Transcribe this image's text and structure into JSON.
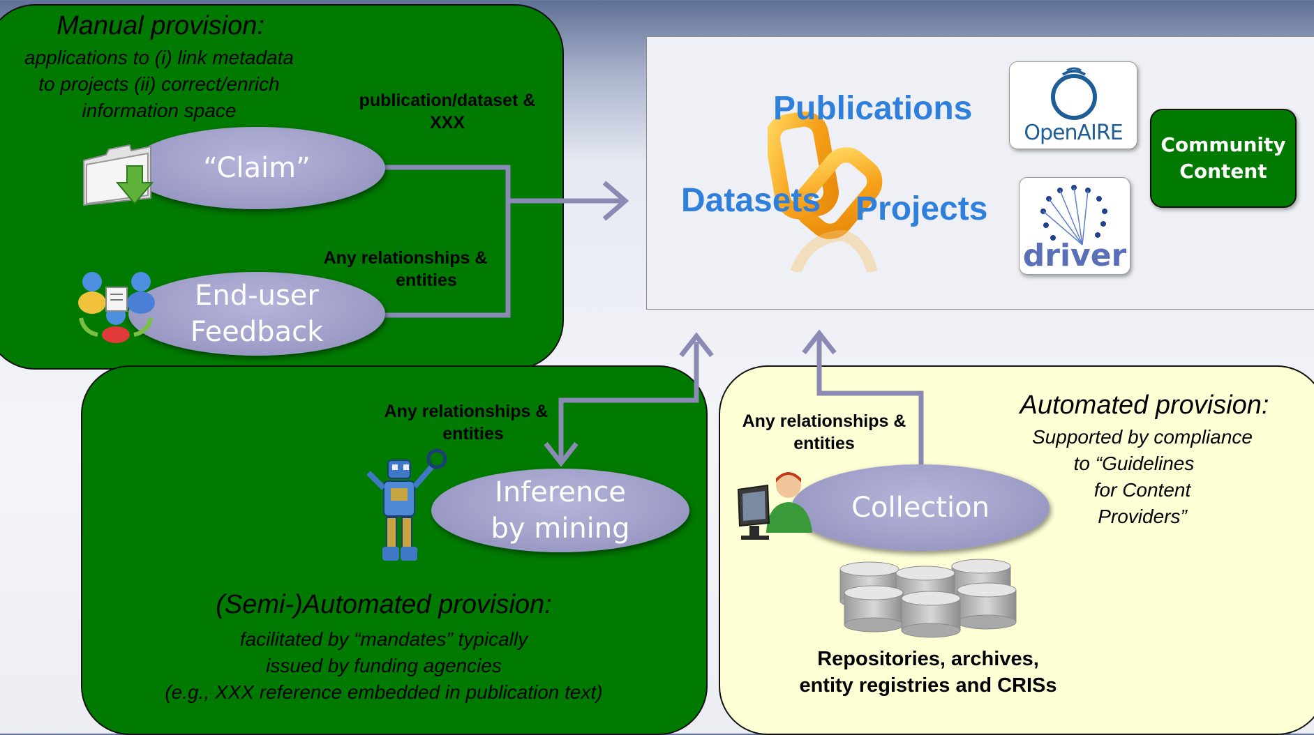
{
  "manual": {
    "title": "Manual provision:",
    "subtitle_lines": [
      "applications to (i) link metadata",
      "to projects (ii) correct/enrich",
      "information space"
    ],
    "claim_label": "“Claim”",
    "feedback_label_1": "End-user",
    "feedback_label_2": "Feedback",
    "claim_annotation_1": "publication/dataset &",
    "claim_annotation_2": "XXX",
    "feedback_annotation_1": "Any relationships &",
    "feedback_annotation_2": "entities"
  },
  "semi": {
    "title": "(Semi-)Automated provision:",
    "subtitle_lines": [
      "facilitated by “mandates” typically",
      "issued by funding agencies",
      "(e.g., XXX reference embedded in publication text)"
    ],
    "inference_label_1": "Inference",
    "inference_label_2": "by mining",
    "annotation_1": "Any relationships &",
    "annotation_2": "entities"
  },
  "automated": {
    "title": "Automated provision:",
    "subtitle_lines": [
      "Supported by compliance",
      "to “Guidelines",
      "for Content",
      "Providers”"
    ],
    "collection_label": "Collection",
    "annotation_1": "Any relationships &",
    "annotation_2": "entities",
    "repos_line_1": "Repositories, archives,",
    "repos_line_2": "entity registries and CRISs"
  },
  "info_space": {
    "publications": "Publications",
    "datasets": "Datasets",
    "projects": "Projects",
    "openaire_prefix": "Open",
    "openaire_suffix": "AIRE",
    "driver": "driver",
    "community_line_1": "Community",
    "community_line_2": "Content"
  },
  "colors": {
    "panel_green": "#007a00",
    "panel_yellow": "#ffffd6",
    "ellipse_purple": "#9e9ec8",
    "arrow": "#8a8ab4",
    "entity_blue": "#2f7fdc",
    "logo_blue": "#1f5d96"
  },
  "icons": [
    "folder-download-icon",
    "users-feedback-icon",
    "robot-icon",
    "user-computer-icon",
    "database-cylinders-icon",
    "chain-links-icon",
    "openaire-logo",
    "driver-logo"
  ]
}
